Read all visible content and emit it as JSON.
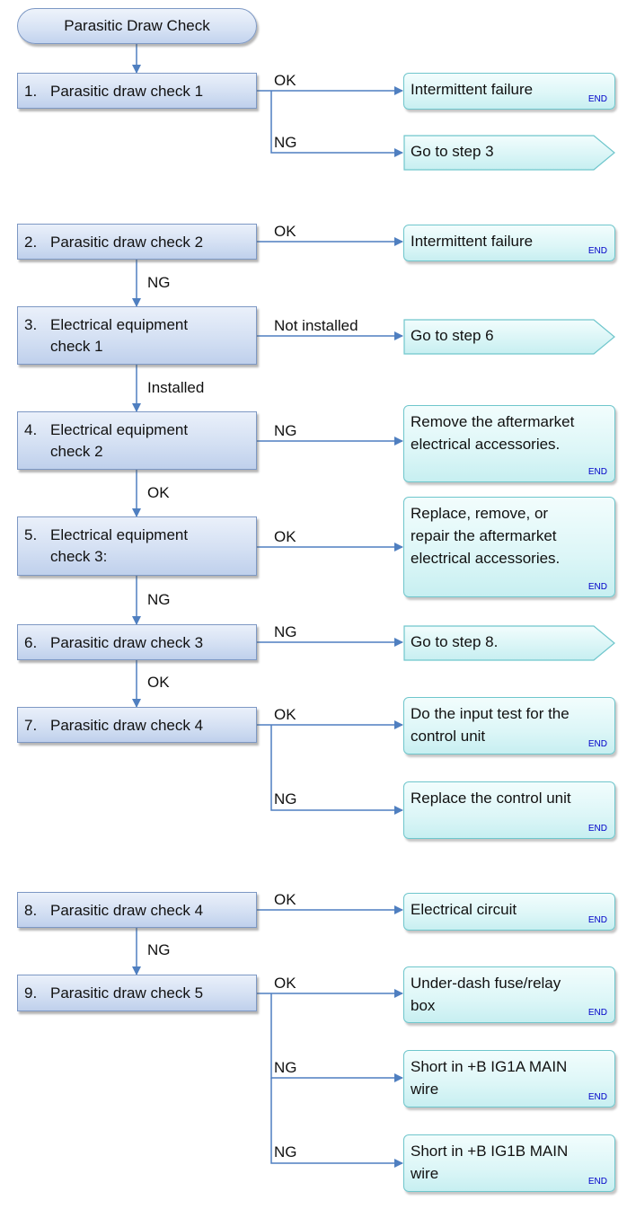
{
  "title": "Parasitic Draw Check",
  "steps": [
    {
      "num": "1.",
      "label": "Parasitic draw check 1"
    },
    {
      "num": "2.",
      "label": "Parasitic draw check 2"
    },
    {
      "num": "3.",
      "label": "Electrical equipment\ncheck 1"
    },
    {
      "num": "4.",
      "label": "Electrical equipment\ncheck 2"
    },
    {
      "num": "5.",
      "label": "Electrical equipment\ncheck 3:"
    },
    {
      "num": "6.",
      "label": "Parasitic draw check 3"
    },
    {
      "num": "7.",
      "label": "Parasitic draw check 4"
    },
    {
      "num": "8.",
      "label": "Parasitic draw check 4"
    },
    {
      "num": "9.",
      "label": "Parasitic draw check 5"
    }
  ],
  "results": [
    {
      "text": "Intermittent failure",
      "end": "END"
    },
    {
      "text": "Go to step 3"
    },
    {
      "text": "Intermittent failure",
      "end": "END"
    },
    {
      "text": "Go to step 6"
    },
    {
      "text": "Remove the aftermarket\nelectrical accessories.",
      "end": "END"
    },
    {
      "text": "Replace, remove, or\nrepair the aftermarket\nelectrical accessories.",
      "end": "END"
    },
    {
      "text": "Go to step 8."
    },
    {
      "text": "Do the input test for the\ncontrol unit",
      "end": "END"
    },
    {
      "text": "Replace the control unit",
      "end": "END"
    },
    {
      "text": "Electrical circuit",
      "end": "END"
    },
    {
      "text": "Under-dash fuse/relay\nbox",
      "end": "END"
    },
    {
      "text": "Short in +B IG1A MAIN\nwire",
      "end": "END"
    },
    {
      "text": "Short in +B IG1B MAIN\nwire",
      "end": "END"
    }
  ],
  "edge_labels": [
    "OK",
    "NG",
    "OK",
    "NG",
    "Not installed",
    "Installed",
    "NG",
    "OK",
    "OK",
    "NG",
    "NG",
    "OK",
    "OK",
    "NG",
    "OK",
    "NG",
    "OK",
    "NG",
    "NG"
  ],
  "colors": {
    "step_border": "#7d98c4",
    "result_border": "#6fc6cc",
    "arrow": "#4f7fc0",
    "end_text": "#0000c8"
  }
}
